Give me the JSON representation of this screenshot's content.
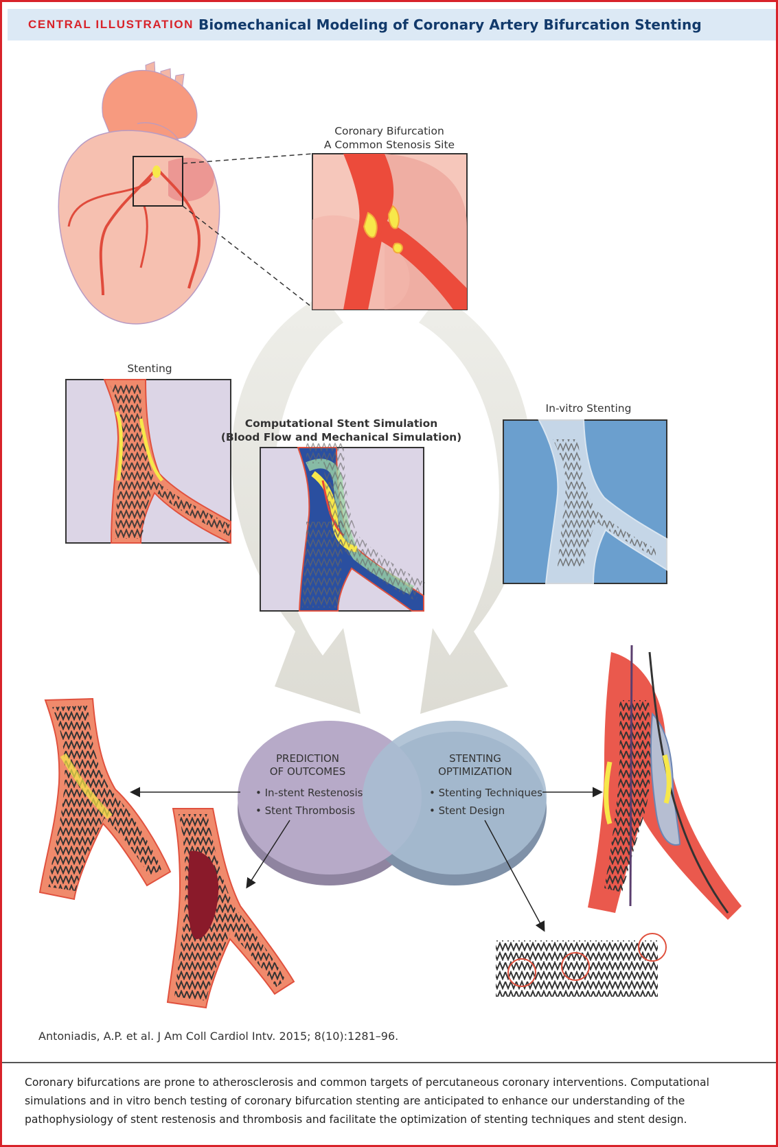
{
  "header": {
    "tag": "CENTRAL ILLUSTRATION",
    "title": "Biomechanical Modeling of Coronary Artery Bifurcation Stenting"
  },
  "panels": {
    "bifurcation": {
      "title_line1": "Coronary Bifurcation",
      "title_line2": "A Common Stenosis Site"
    },
    "stenting": {
      "title": "Stenting"
    },
    "simulation": {
      "title_line1": "Computational Stent Simulation",
      "title_line2": "(Blood Flow and Mechanical Simulation)"
    },
    "invitro": {
      "title": "In-vitro Stenting"
    }
  },
  "venn": {
    "left": {
      "title_line1": "PREDICTION",
      "title_line2": "OF OUTCOMES",
      "bullets": [
        "• In-stent Restenosis",
        "• Stent Thrombosis"
      ]
    },
    "right": {
      "title_line1": "STENTING",
      "title_line2": "OPTIMIZATION",
      "bullets": [
        "• Stenting Techniques",
        "• Stent Design"
      ]
    }
  },
  "citation": "Antoniadis, A.P. et al. J Am Coll Cardiol Intv. 2015; 8(10):1281–96.",
  "caption": "Coronary bifurcations are prone to atherosclerosis and common targets of percutaneous coronary interventions. Computational simulations and in vitro bench testing of coronary bifurcation stenting are anticipated to enhance our understanding of the pathophysiology of stent restenosis and thrombosis and facilitate the optimization of stenting techniques and stent design.",
  "colors": {
    "border": "#d8232a",
    "header_bg": "#dce9f5",
    "title": "#123a6b",
    "artery": "#e8473a",
    "plaque": "#f7e84a",
    "venn_left": "#b7aac8",
    "venn_right": "#a9bdd2",
    "arrow": "#e4e3dc"
  }
}
